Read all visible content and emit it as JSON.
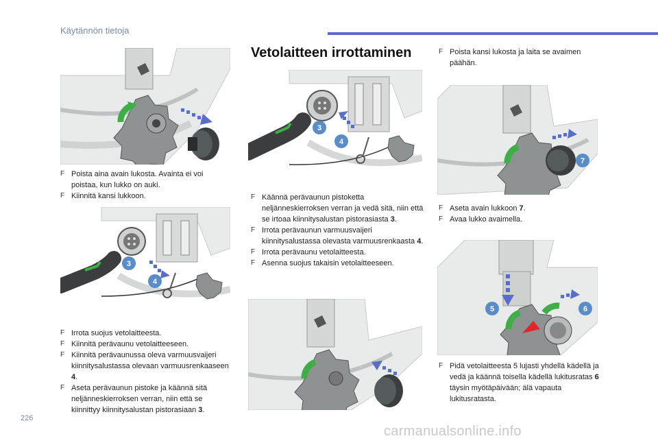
{
  "header": {
    "title": "Käytännön tietoja"
  },
  "section": {
    "title": "Vetolaitteen irrottaminen"
  },
  "page_number": "226",
  "watermark": "carmanualsonline.info",
  "labels": {
    "three": "3",
    "four": "4",
    "five": "5",
    "six": "6",
    "seven": "7"
  },
  "col1": {
    "list1": [
      {
        "pre": "Poista aina avain lukosta. Avainta ei voi poistaa, kun lukko on auki.",
        "bold": "",
        "post": ""
      },
      {
        "pre": "Kiinnitä kansi lukkoon.",
        "bold": "",
        "post": ""
      }
    ],
    "list2": [
      {
        "pre": "Irrota suojus vetolaitteesta.",
        "bold": "",
        "post": ""
      },
      {
        "pre": "Kiinnitä perävaunu vetolaitteeseen.",
        "bold": "",
        "post": ""
      },
      {
        "pre": "Kiinnitä perävaunussa oleva varmuusvaijeri kiinnitysalustassa olevaan varmuusrenkaaseen ",
        "bold": "4",
        "post": "."
      },
      {
        "pre": "Aseta perävaunun pistoke ja käännä sitä neljänneskierroksen verran, niin että se kiinnittyy kiinnitysalustan pistorasiaan ",
        "bold": "3",
        "post": "."
      }
    ]
  },
  "col2": {
    "list1": [
      {
        "pre": "Käännä perävaunun pistoketta neljänneskierroksen verran ja vedä sitä, niin että se irtoaa kiinnitysalustan pistorasiasta ",
        "bold": "3",
        "post": "."
      },
      {
        "pre": "Irrota perävaunun varmuusvaijeri kiinnitysalustassa olevasta varmuusrenkaasta ",
        "bold": "4",
        "post": "."
      },
      {
        "pre": "Irrota perävaunu vetolaitteesta.",
        "bold": "",
        "post": ""
      },
      {
        "pre": "Asenna suojus takaisin vetolaitteeseen.",
        "bold": "",
        "post": ""
      }
    ]
  },
  "col3": {
    "list1": [
      {
        "pre": "Poista kansi lukosta ja laita se avaimen päähän.",
        "bold": "",
        "post": ""
      }
    ],
    "list2": [
      {
        "pre": "Aseta avain lukkoon ",
        "bold": "7",
        "post": "."
      },
      {
        "pre": "Avaa lukko avaimella.",
        "bold": "",
        "post": ""
      }
    ],
    "list3": [
      {
        "pre": "Pidä vetolaitteesta 5 lujasti yhdellä kädellä ja vedä ja käännä toisella kädellä lukitusratas ",
        "bold": "6",
        "post": " täysin myötäpäivään; älä vapauta lukitusratasta."
      }
    ]
  }
}
